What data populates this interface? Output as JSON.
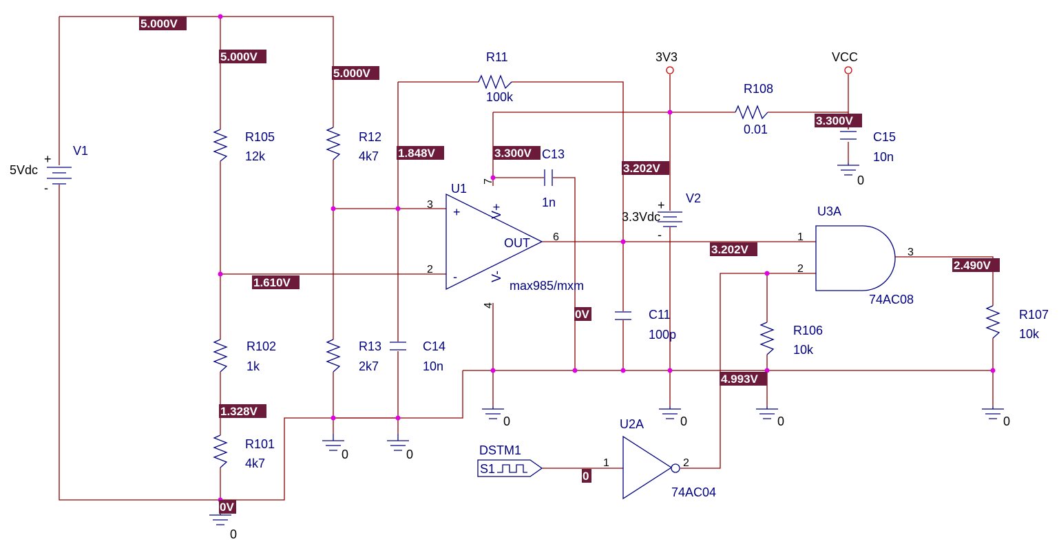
{
  "components": {
    "V1": {
      "ref": "V1",
      "value": "5Vdc"
    },
    "V2": {
      "ref": "V2",
      "value": "3.3Vdc"
    },
    "R105": {
      "ref": "R105",
      "value": "12k"
    },
    "R12": {
      "ref": "R12",
      "value": "4k7"
    },
    "R102": {
      "ref": "R102",
      "value": "1k"
    },
    "R101": {
      "ref": "R101",
      "value": "4k7"
    },
    "R13": {
      "ref": "R13",
      "value": "2k7"
    },
    "C14": {
      "ref": "C14",
      "value": "10n"
    },
    "R11": {
      "ref": "R11",
      "value": "100k"
    },
    "C13": {
      "ref": "C13",
      "value": "1n"
    },
    "U1": {
      "ref": "U1",
      "value": "max985/mxm",
      "out": "OUT",
      "vp": "V+",
      "vm": "V-"
    },
    "C11": {
      "ref": "C11",
      "value": "100p"
    },
    "R108": {
      "ref": "R108",
      "value": "0.01"
    },
    "C15": {
      "ref": "C15",
      "value": "10n"
    },
    "U3A": {
      "ref": "U3A",
      "value": "74AC08"
    },
    "R106": {
      "ref": "R106",
      "value": "10k"
    },
    "R107": {
      "ref": "R107",
      "value": "10k"
    },
    "U2A": {
      "ref": "U2A",
      "value": "74AC04"
    },
    "DSTM1": {
      "ref": "DSTM1",
      "value": "S1"
    }
  },
  "nets": {
    "n3v3": "3V3",
    "vcc": "VCC"
  },
  "pins": {
    "u1_3": "3",
    "u1_2": "2",
    "u1_6": "6",
    "u1_7": "7",
    "u1_4": "4",
    "u3_1": "1",
    "u3_2": "2",
    "u3_3": "3",
    "u2_1": "1",
    "u2_2": "2"
  },
  "signs": {
    "plus": "+",
    "minus": "-"
  },
  "ground_label": "0",
  "voltages": {
    "v_top": "5.000V",
    "v_r105_top": "5.000V",
    "v_r12_top": "5.000V",
    "v_r13_top": "1.848V",
    "v_c13": "3.300V",
    "v_r11_right": "3.202V",
    "v_c15": "3.300V",
    "v_minus_in": "1.610V",
    "v_out": "3.202V",
    "v_and_out": "2.490V",
    "v_c13_right": "0V",
    "v_r106": "4.993V",
    "v_r101_top": "1.328V",
    "v_gnd": "0V",
    "v_stim": "0"
  },
  "colors": {
    "wire": "#8b0000",
    "symbol": "#000080",
    "label_bg": "#6b1a3a",
    "junction": "#e000e0"
  }
}
